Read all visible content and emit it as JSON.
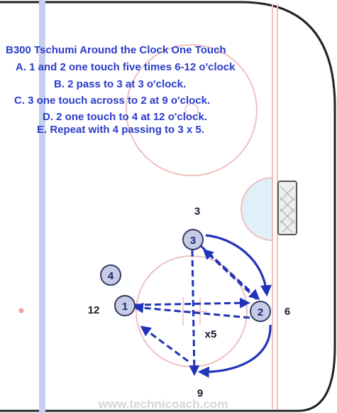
{
  "diagram": {
    "title": "B300 Tschumi Around the Clock One Touch",
    "steps": [
      "A. 1 and 2  one touch five times 6-12 o'clock",
      "B. 2 pass to 3 at 3 o'clock.",
      "C. 3 one touch across to 2 at 9 o'clock.",
      "D. 2 one touch to 4 at 12 o'clock.",
      "E. Repeat with 4 passing to 3 x 5."
    ],
    "players": [
      {
        "id": "p1",
        "label": "1"
      },
      {
        "id": "p2",
        "label": "2"
      },
      {
        "id": "p3",
        "label": "3"
      },
      {
        "id": "p4",
        "label": "4"
      }
    ],
    "clock_labels": {
      "twelve": "12",
      "three": "3",
      "six": "6",
      "nine": "9"
    },
    "repeat_label": "x5",
    "watermark": "www.technicoach.com",
    "colors": {
      "text_blue": "#2a3cc8",
      "arrow_blue": "#2233bb",
      "player_fill": "#c8cbe6",
      "player_stroke": "#333a66",
      "red_line": "#f0c0c0",
      "blue_line": "#c8d0f0",
      "crease_fill": "#dff0f8"
    }
  }
}
